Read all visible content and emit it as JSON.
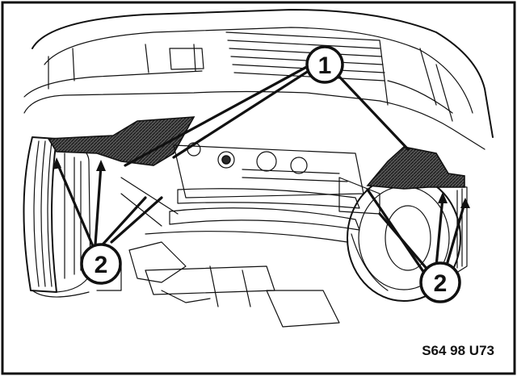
{
  "callouts": [
    {
      "label": "1"
    },
    {
      "label": "2"
    },
    {
      "label": "2"
    }
  ],
  "reference_code": "S64 98 U73"
}
